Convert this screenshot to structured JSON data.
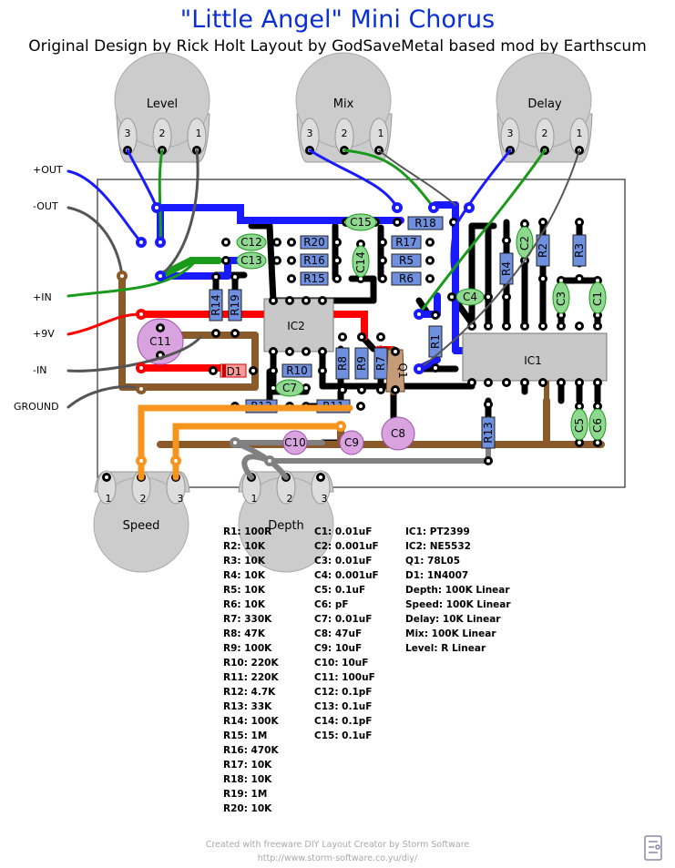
{
  "title": "\"Little Angel\" Mini Chorus",
  "subtitle": "Original Design by Rick Holt Layout by GodSaveMetal based mod by Earthscum",
  "pots": {
    "level": "Level",
    "mix": "Mix",
    "delay": "Delay",
    "speed": "Speed",
    "depth": "Depth",
    "pin1": "1",
    "pin2": "2",
    "pin3": "3"
  },
  "wires": {
    "out_pos": "+OUT",
    "out_neg": "-OUT",
    "in_pos": "+IN",
    "v9": "+9V",
    "in_neg": "-IN",
    "ground": "GROUND"
  },
  "parts": {
    "ic1": "IC1",
    "ic2": "IC2",
    "q1": "Q1",
    "d1": "D1",
    "r1": "R1",
    "r2": "R2",
    "r3": "R3",
    "r4": "R4",
    "r5": "R5",
    "r6": "R6",
    "r7": "R7",
    "r8": "R8",
    "r9": "R9",
    "r10": "R10",
    "r11": "R11",
    "r12": "R12",
    "r13": "R13",
    "r14": "R14",
    "r15": "R15",
    "r16": "R16",
    "r17": "R17",
    "r18": "R18",
    "r19": "R19",
    "r20": "R20",
    "c1": "C1",
    "c2": "C2",
    "c3": "C3",
    "c4": "C4",
    "c5": "C5",
    "c6": "C6",
    "c7": "C7",
    "c8": "C8",
    "c9": "C9",
    "c10": "C10",
    "c11": "C11",
    "c12": "C12",
    "c13": "C13",
    "c14": "C14",
    "c15": "C15"
  },
  "bom": {
    "resistors": [
      "R1: 100R",
      "R2: 10K",
      "R3: 10K",
      "R4: 10K",
      "R5: 10K",
      "R6: 10K",
      "R7: 330K",
      "R8: 47K",
      "R9: 100K",
      "R10: 220K",
      "R11: 220K",
      "R12: 4.7K",
      "R13: 33K",
      "R14: 100K",
      "R15: 1M",
      "R16: 470K",
      "R17: 10K",
      "R18: 10K",
      "R19: 1M",
      "R20: 10K"
    ],
    "capacitors": [
      "C1: 0.01uF",
      "C2: 0.001uF",
      "C3: 0.01uF",
      "C4: 0.001uF",
      "C5: 0.1uF",
      "C6: pF",
      "C7: 0.01uF",
      "C8: 47uF",
      "C9: 10uF",
      "C10: 10uF",
      "C11: 100uF",
      "C12: 0.1pF",
      "C13: 0.1uF",
      "C14: 0.1pF",
      "C15: 0.1uF"
    ],
    "others": [
      "IC1: PT2399",
      "IC2: NE5532",
      "Q1: 78L05",
      "D1: 1N4007",
      "Depth: 100K Linear",
      "Speed: 100K Linear",
      "Delay: 10K Linear",
      "Mix: 100K Linear",
      "Level: R Linear"
    ]
  },
  "footer": {
    "line1": "Created with freeware DIY Layout Creator by Storm Software",
    "line2": "http://www.storm-software.co.yu/diy/"
  },
  "colors": {
    "title": "#0a2fd6",
    "wire_blue": "#1a1aff",
    "wire_green": "#1a9a1a",
    "wire_red": "#ff0000",
    "wire_brown": "#8b5a2b",
    "wire_orange": "#f7941d",
    "wire_gray": "#808080",
    "wire_black": "#000000",
    "resistor": "#6f8fdf",
    "cap_film": "#8fd88f",
    "cap_elec": "#d9a3e0",
    "ic_body": "#c8c8c8",
    "pot": "#cccccc"
  }
}
